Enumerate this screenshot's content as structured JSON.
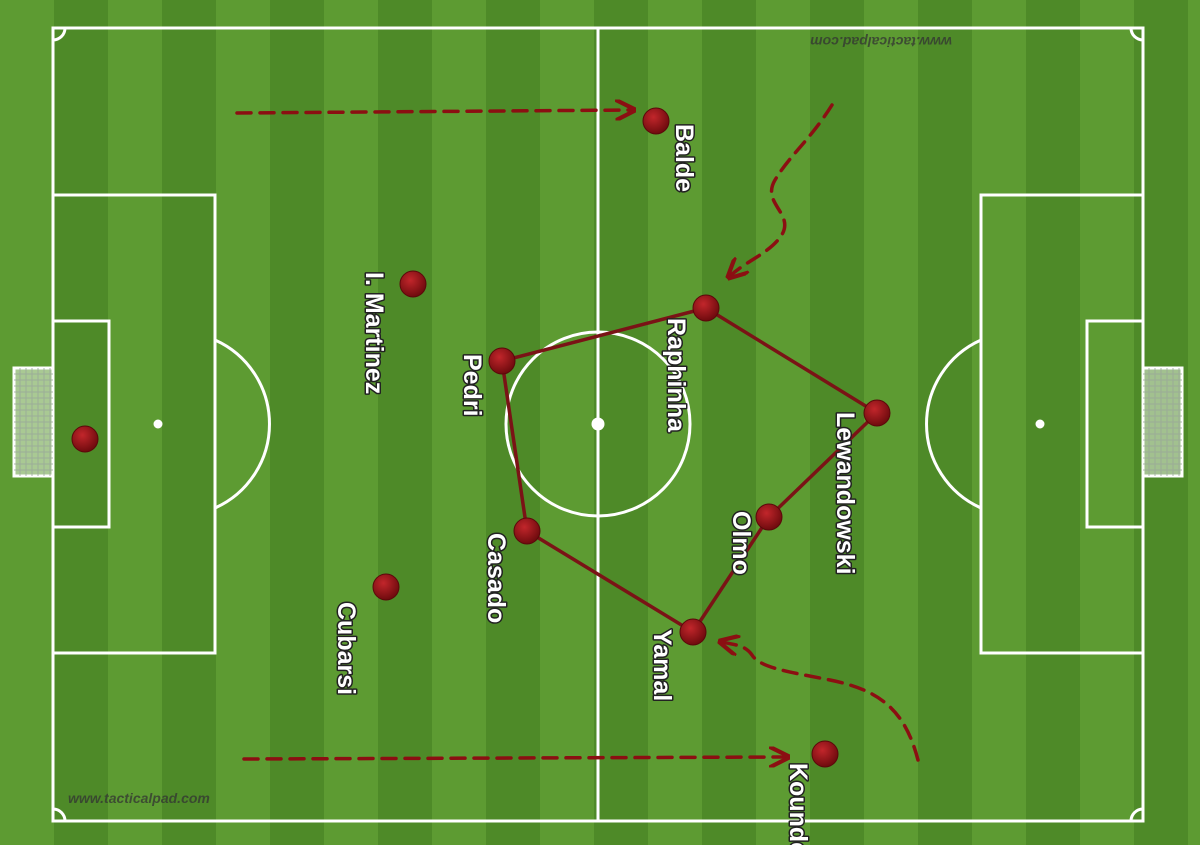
{
  "watermarks": {
    "bottom": "www.tacticalpad.com",
    "top": "www.tacticalpad.com"
  },
  "colors": {
    "grass_light": "#5d9b32",
    "grass_dark": "#4e8a28",
    "lines": "#ffffff",
    "player": "#8b0f12",
    "connector": "#7a1316",
    "arrow": "#8b0f12"
  },
  "players": [
    {
      "id": "goalkeeper",
      "label": ""
    },
    {
      "id": "balde",
      "label": "Balde"
    },
    {
      "id": "i-martinez",
      "label": "I. Martinez"
    },
    {
      "id": "cubarsi",
      "label": "Cubarsi"
    },
    {
      "id": "kounde",
      "label": "Kounde"
    },
    {
      "id": "pedri",
      "label": "Pedri"
    },
    {
      "id": "casado",
      "label": "Casado"
    },
    {
      "id": "raphinha",
      "label": "Raphinha"
    },
    {
      "id": "lewandowski",
      "label": "Lewandowski"
    },
    {
      "id": "olmo",
      "label": "Olmo"
    },
    {
      "id": "yamal",
      "label": "Yamal"
    }
  ],
  "links": [
    [
      "pedri",
      "raphinha"
    ],
    [
      "raphinha",
      "lewandowski"
    ],
    [
      "lewandowski",
      "olmo"
    ],
    [
      "olmo",
      "yamal"
    ],
    [
      "yamal",
      "casado"
    ],
    [
      "casado",
      "pedri"
    ]
  ],
  "runs": [
    {
      "id": "balde-run",
      "style": "straight"
    },
    {
      "id": "kounde-run",
      "style": "straight"
    },
    {
      "id": "raphinha-run",
      "style": "curved"
    },
    {
      "id": "yamal-run",
      "style": "curved"
    }
  ]
}
